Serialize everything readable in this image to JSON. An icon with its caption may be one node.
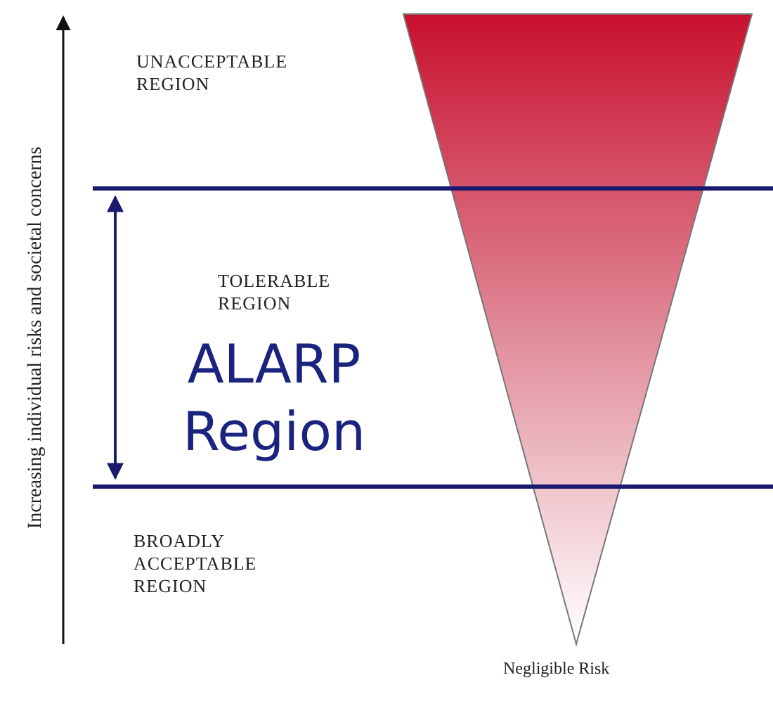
{
  "diagram": {
    "labels": [
      "UNACCEPTABLE REGION",
      "Increasing individual risks and societal concerns",
      "TOLERABLE REGION",
      "ALARP Region",
      "BROADLY ACCEPTABLE REGION",
      "Negligible Risk"
    ]
  }
}
